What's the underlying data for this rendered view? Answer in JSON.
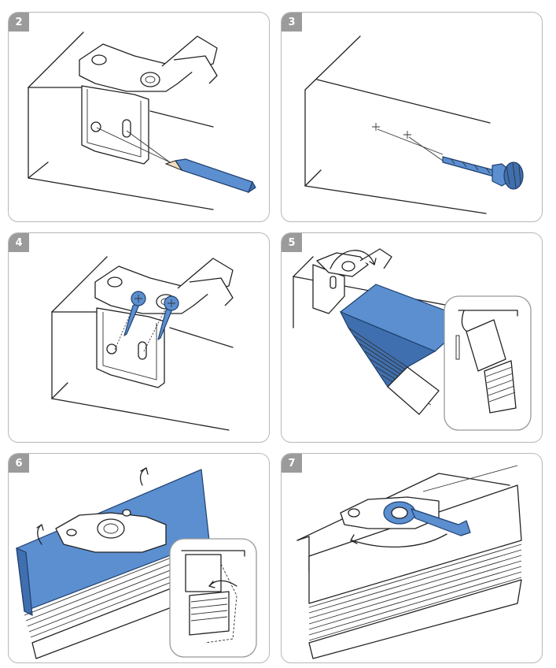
{
  "panels": [
    {
      "step": "2",
      "icon": "pencil-icon"
    },
    {
      "step": "3",
      "icon": "drill-icon"
    },
    {
      "step": "4",
      "icon": "screw-icon"
    },
    {
      "step": "5",
      "icon": "blind-hook-icon"
    },
    {
      "step": "6",
      "icon": "rotate-arrow-icon"
    },
    {
      "step": "7",
      "icon": "lever-icon"
    }
  ],
  "colors": {
    "accent_blue": "#5b8fd0",
    "badge_gray": "#9b9b9b",
    "panel_border": "#b8b8b8"
  }
}
